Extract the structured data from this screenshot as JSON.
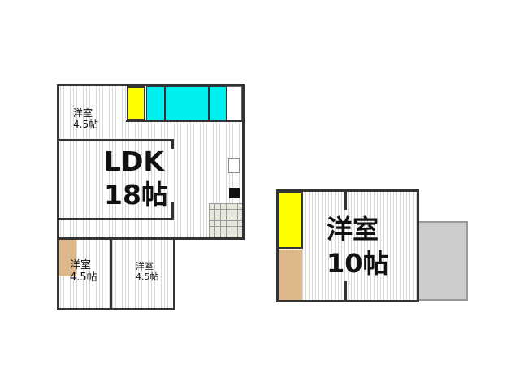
{
  "floor1": {
    "room_nw": {
      "name": "洋室",
      "size": "4.5帖"
    },
    "ldk": {
      "name": "LDK",
      "size": "18帖"
    },
    "room_sw": {
      "name": "洋室",
      "size": "4.5帖"
    },
    "room_s": {
      "name": "洋室",
      "size": "4.5帖"
    }
  },
  "floor2": {
    "room": {
      "name": "洋室",
      "size": "10帖"
    }
  },
  "colors": {
    "closet": "#ffff00",
    "wet_area": "#00f0f0",
    "stairs": "#dcb88a",
    "balcony": "#cccccc"
  }
}
